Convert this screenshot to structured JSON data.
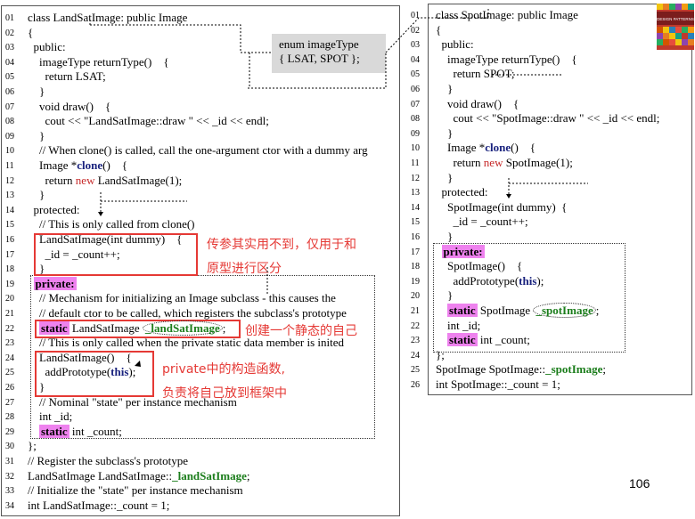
{
  "left_panel": {
    "lines": [
      {
        "n": "01",
        "t": "class LandSatImage: public Image"
      },
      {
        "n": "02",
        "t": "{"
      },
      {
        "n": "03",
        "t": "  public:"
      },
      {
        "n": "04",
        "t": "    imageType returnType()    {"
      },
      {
        "n": "05",
        "t": "      return LSAT;"
      },
      {
        "n": "06",
        "t": "    }"
      },
      {
        "n": "07",
        "t": "    void draw()    {"
      },
      {
        "n": "08",
        "t": "      cout << \"LandSatImage::draw \" << _id << endl;"
      },
      {
        "n": "09",
        "t": "    }"
      },
      {
        "n": "10",
        "t": "    // When clone() is called, call the one-argument ctor with a dummy arg"
      },
      {
        "n": "11",
        "t": "    Image *clone()    {"
      },
      {
        "n": "12",
        "t": "      return new LandSatImage(1);"
      },
      {
        "n": "13",
        "t": "    }"
      },
      {
        "n": "14",
        "t": "  protected:"
      },
      {
        "n": "15",
        "t": "    // This is only called from clone()"
      },
      {
        "n": "16",
        "t": "    LandSatImage(int dummy)    {"
      },
      {
        "n": "17",
        "t": "      _id = _count++;"
      },
      {
        "n": "18",
        "t": "    }"
      },
      {
        "n": "19",
        "t": "  private:"
      },
      {
        "n": "20",
        "t": "    // Mechanism for initializing an Image subclass - this causes the"
      },
      {
        "n": "21",
        "t": "    // default ctor to be called, which registers the subclass's prototype"
      },
      {
        "n": "22",
        "t": "    static LandSatImage _landSatImage;"
      },
      {
        "n": "23",
        "t": "    // This is only called when the private static data member is inited"
      },
      {
        "n": "24",
        "t": "    LandSatImage()    {"
      },
      {
        "n": "25",
        "t": "      addPrototype(this);"
      },
      {
        "n": "26",
        "t": "    }"
      },
      {
        "n": "27",
        "t": "    // Nominal \"state\" per instance mechanism"
      },
      {
        "n": "28",
        "t": "    int _id;"
      },
      {
        "n": "29",
        "t": "    static int _count;"
      },
      {
        "n": "30",
        "t": "};"
      },
      {
        "n": "31",
        "t": "// Register the subclass's prototype"
      },
      {
        "n": "32",
        "t": "LandSatImage LandSatImage::_landSatImage;"
      },
      {
        "n": "33",
        "t": "// Initialize the \"state\" per instance mechanism"
      },
      {
        "n": "34",
        "t": "int LandSatImage::_count = 1;"
      }
    ]
  },
  "right_panel": {
    "lines": [
      {
        "n": "01",
        "t": "class SpotImage: public Image"
      },
      {
        "n": "02",
        "t": "{"
      },
      {
        "n": "03",
        "t": "  public:"
      },
      {
        "n": "04",
        "t": "    imageType returnType()    {"
      },
      {
        "n": "05",
        "t": "      return SPOT;"
      },
      {
        "n": "06",
        "t": "    }"
      },
      {
        "n": "07",
        "t": "    void draw()    {"
      },
      {
        "n": "08",
        "t": "      cout << \"SpotImage::draw \" << _id << endl;"
      },
      {
        "n": "09",
        "t": "    }"
      },
      {
        "n": "10",
        "t": "    Image *clone()    {"
      },
      {
        "n": "11",
        "t": "      return new SpotImage(1);"
      },
      {
        "n": "12",
        "t": "    }"
      },
      {
        "n": "13",
        "t": "  protected:"
      },
      {
        "n": "14",
        "t": "    SpotImage(int dummy)  {"
      },
      {
        "n": "15",
        "t": "      _id = _count++;"
      },
      {
        "n": "16",
        "t": "    }"
      },
      {
        "n": "17",
        "t": "  private:"
      },
      {
        "n": "18",
        "t": "    SpotImage()    {"
      },
      {
        "n": "19",
        "t": "      addPrototype(this);"
      },
      {
        "n": "20",
        "t": "    }"
      },
      {
        "n": "21",
        "t": "    static SpotImage _spotImage;"
      },
      {
        "n": "22",
        "t": "    int _id;"
      },
      {
        "n": "23",
        "t": "    static int _count;"
      },
      {
        "n": "24",
        "t": "};"
      },
      {
        "n": "25",
        "t": "SpotImage SpotImage::_spotImage;"
      },
      {
        "n": "26",
        "t": "int SpotImage::_count = 1;"
      }
    ]
  },
  "enum_box": {
    "line1": "enum imageType",
    "line2": "{ LSAT, SPOT  };"
  },
  "notes": {
    "note1_line1": "传参其实用不到，仅用于和",
    "note1_line2": "原型进行区分",
    "note2": "创建一个静态的自己",
    "note3_line1": "private中的构造函数,",
    "note3_line2": "负责将自己放到框架中"
  },
  "page_number": "106",
  "book_cover": {
    "label": "DESIGN PATTERNS"
  },
  "colors": {
    "highlight": "#ee82ee",
    "annotation": "#e53935",
    "keyword_blue": "#1a237e",
    "keyword_red": "#c62828",
    "keyword_green": "#1b7d1b",
    "enum_bg": "#d9d9d9"
  }
}
